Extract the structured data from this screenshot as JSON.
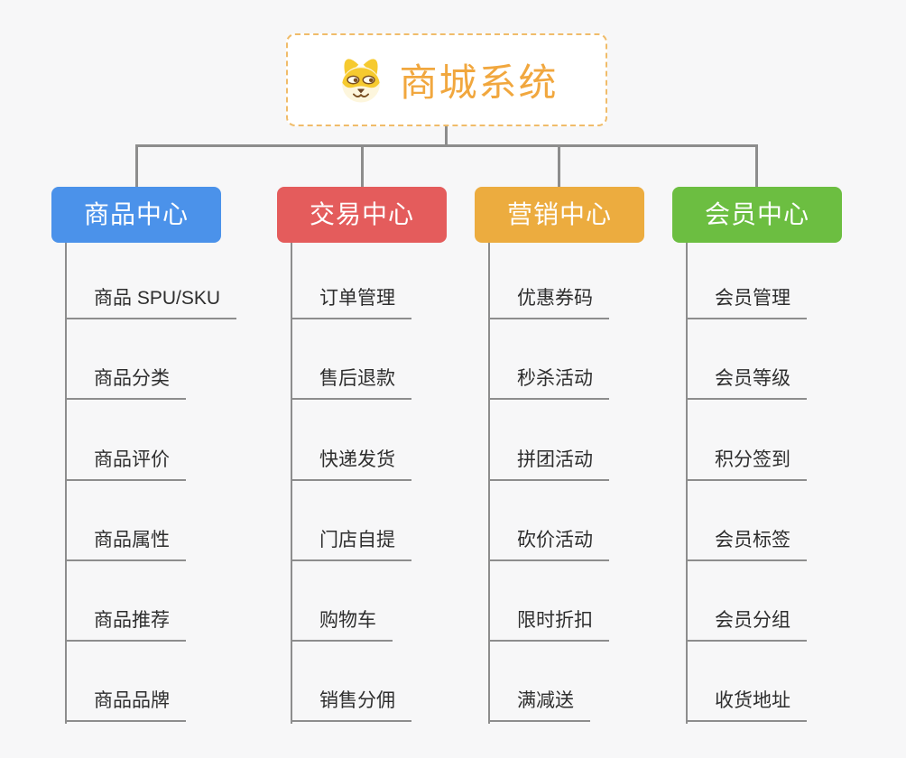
{
  "root": {
    "title": "商城系统",
    "title_color": "#f1a73e",
    "border_color": "#f0bc6a",
    "icon": "dog-face-icon"
  },
  "connector_color": "#8d8d8d",
  "background_color": "#f7f7f8",
  "branches": [
    {
      "id": "product-center",
      "label": "商品中心",
      "color": "#4b92ea",
      "items": [
        "商品 SPU/SKU",
        "商品分类",
        "商品评价",
        "商品属性",
        "商品推荐",
        "商品品牌"
      ]
    },
    {
      "id": "trade-center",
      "label": "交易中心",
      "color": "#e45c5c",
      "items": [
        "订单管理",
        "售后退款",
        "快递发货",
        "门店自提",
        "购物车",
        "销售分佣"
      ]
    },
    {
      "id": "marketing-center",
      "label": "营销中心",
      "color": "#ecac3f",
      "items": [
        "优惠券码",
        "秒杀活动",
        "拼团活动",
        "砍价活动",
        "限时折扣",
        "满减送"
      ]
    },
    {
      "id": "member-center",
      "label": "会员中心",
      "color": "#6cbe41",
      "items": [
        "会员管理",
        "会员等级",
        "积分签到",
        "会员标签",
        "会员分组",
        "收货地址"
      ]
    }
  ]
}
